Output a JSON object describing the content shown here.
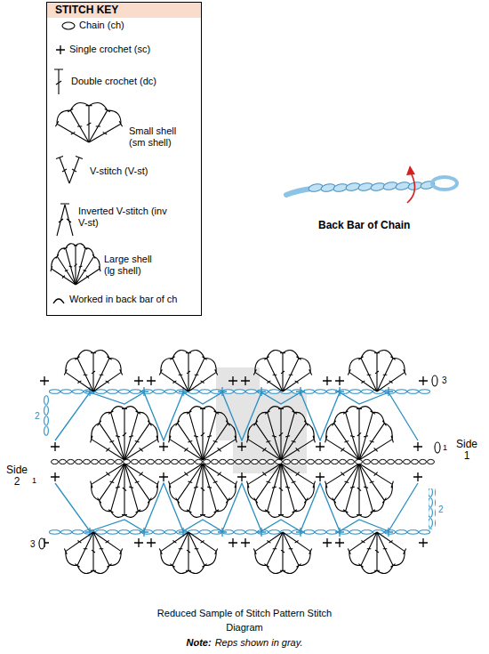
{
  "diagram": {
    "caption": "Reduced Sample of Stitch Pattern Stitch Diagram",
    "labels": [
      "STITCH KEY",
      "Back Bar of Chain",
      "3",
      "2",
      "1",
      "Side 1",
      "Side 2",
      "1",
      "2",
      "3",
      "Note:",
      "Reps shown in gray."
    ],
    "legend": [
      {
        "text": "Chain (ch)"
      },
      {
        "text": "Single crochet (sc)"
      },
      {
        "text": "Double crochet (dc)"
      },
      {
        "text": "Small shell (sm shell)"
      },
      {
        "text": "V-stitch (V-st)"
      },
      {
        "text": "Inverted V-stitch (inv V-st)"
      },
      {
        "text": "Large shell (lg shell)"
      },
      {
        "text": "Worked in back bar of ch"
      }
    ]
  }
}
